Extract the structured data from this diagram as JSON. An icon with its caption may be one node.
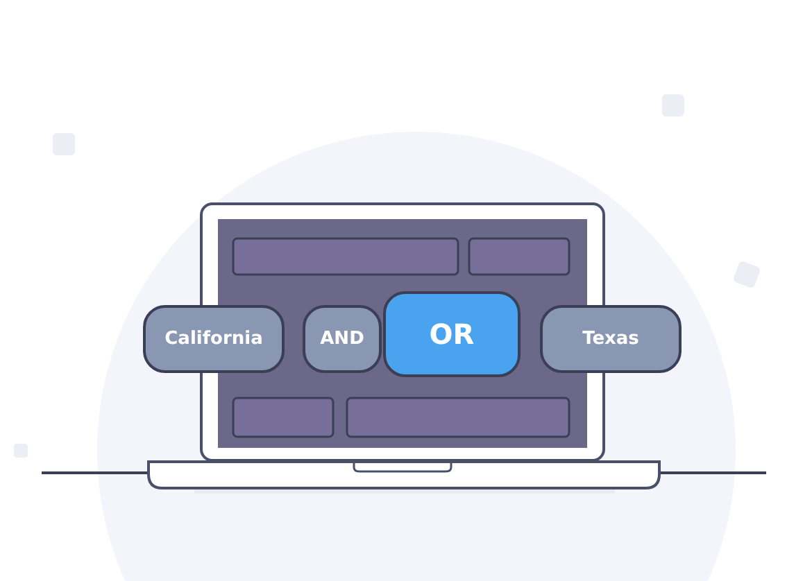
{
  "diagram": {
    "nodes": [
      {
        "text": [
          "California"
        ]
      },
      {
        "text": [
          "AND"
        ]
      },
      {
        "text": [
          "OR"
        ]
      },
      {
        "text": [
          "Texas"
        ]
      }
    ]
  }
}
